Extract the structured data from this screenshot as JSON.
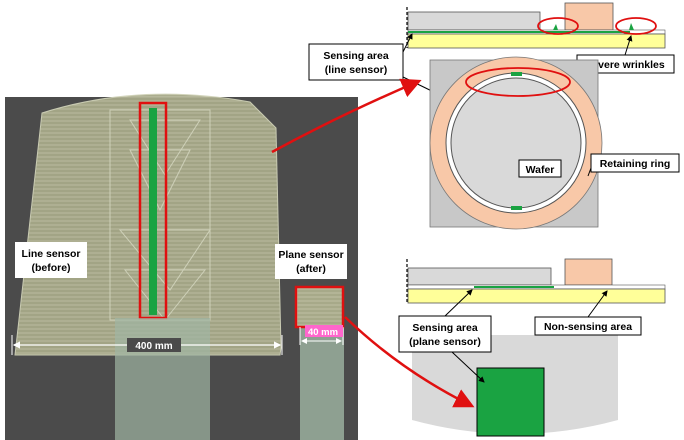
{
  "photo": {
    "line_sensor_label": [
      "Line sensor",
      "(before)"
    ],
    "plane_sensor_label": [
      "Plane sensor",
      "(after)"
    ],
    "dimension_400": "400 mm",
    "dimension_40": "40 mm"
  },
  "top_diagram": {
    "sensing_area_label": [
      "Sensing area",
      "(line sensor)"
    ],
    "severe_wrinkles_label": "Severe wrinkles",
    "wafer_label": "Wafer",
    "retaining_ring_label": "Retaining ring"
  },
  "bottom_diagram": {
    "sensing_area_label": [
      "Sensing area",
      "(plane sensor)"
    ],
    "non_sensing_label": "Non-sensing area"
  },
  "colors": {
    "photo_bg": "#4a4a4a",
    "sensor_film": "#9aa07a",
    "green": "#1aa342",
    "red": "#e01010",
    "yellow": "#ffff99",
    "peach": "#f8c8a8",
    "gray": "#c8c8c8"
  }
}
